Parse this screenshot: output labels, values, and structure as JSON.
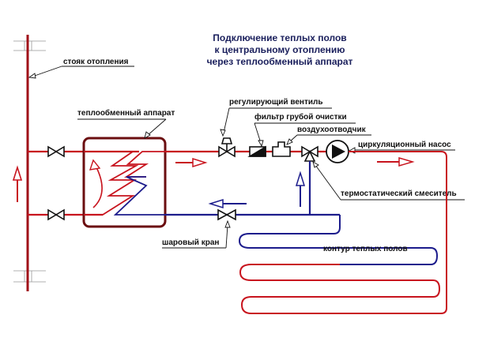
{
  "title": {
    "line1": "Подключение теплых полов",
    "line2": "к центральному отоплению",
    "line3": "через теплообменный аппарат"
  },
  "labels": {
    "riser": "стояк отопления",
    "heat_exchanger": "теплообменный аппарат",
    "control_valve": "регулирующий вентиль",
    "coarse_filter": "фильтр грубой очистки",
    "air_vent": "воздухоотводчик",
    "circulation_pump": "циркуляционный насос",
    "thermostatic_mixer": "термостатический смеситель",
    "ball_valve": "шаровый кран",
    "floor_loop": "контур теплых полов"
  },
  "colors": {
    "hot_pipe": "#c8141e",
    "cold_pipe": "#1c1c8c",
    "riser": "#a01018",
    "exchanger_border": "#6b0e10",
    "title_text": "#1a1f5c",
    "label_text": "#111111"
  },
  "flow_arrows": {
    "riser": "up",
    "supply_to_mixer": "right",
    "pump_outlet": "right",
    "return_line": "left",
    "mixer_bypass": "up"
  }
}
